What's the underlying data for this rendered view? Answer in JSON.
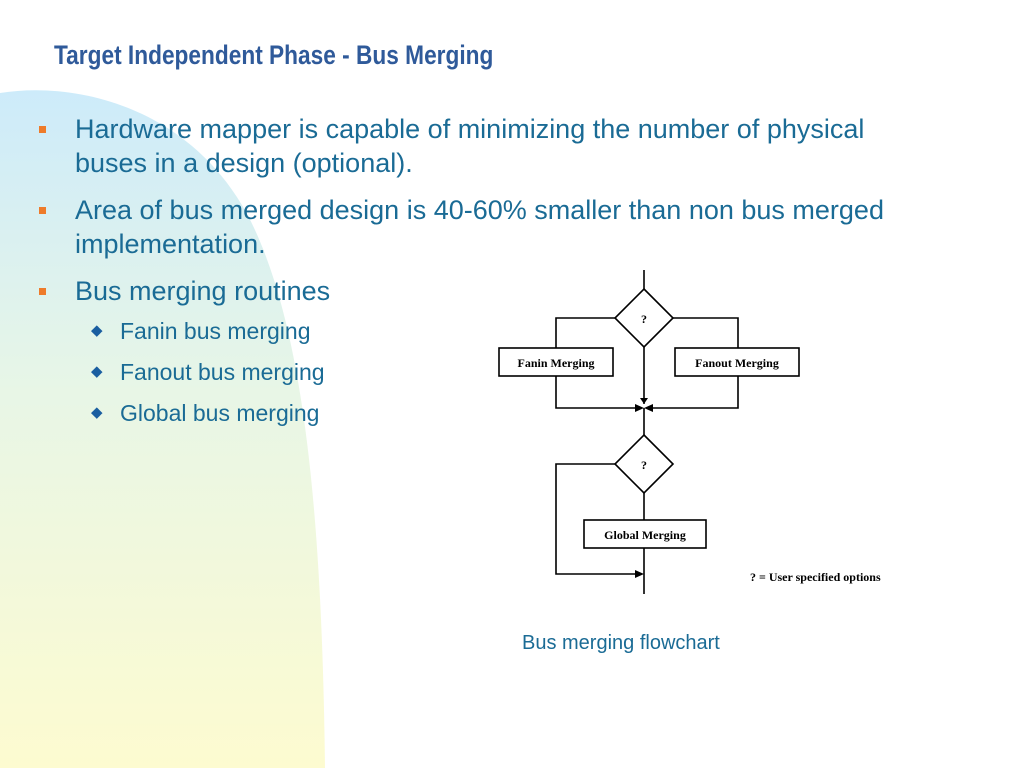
{
  "title": "Target Independent Phase - Bus Merging",
  "bullets": [
    "Hardware mapper is capable of minimizing the number of physical buses in a design (optional).",
    "Area of bus merged design is 40-60% smaller than non bus merged implementation.",
    "Bus merging routines"
  ],
  "sub_bullets": [
    "Fanin bus merging",
    "Fanout bus merging",
    "Global bus merging"
  ],
  "flowchart": {
    "decision1": "?",
    "fanin_box": "Fanin Merging",
    "fanout_box": "Fanout Merging",
    "decision2": "?",
    "global_box": "Global Merging",
    "legend": "? = User specified options"
  },
  "caption": "Bus merging flowchart",
  "colors": {
    "title": "#2f5a9a",
    "body_text": "#1a6b95",
    "bullet_square": "#ee7b2a",
    "bullet_diamond": "#1a5ea0"
  },
  "icons": {
    "level1": "square-bullet-icon",
    "level2": "diamond-bullet-icon"
  }
}
